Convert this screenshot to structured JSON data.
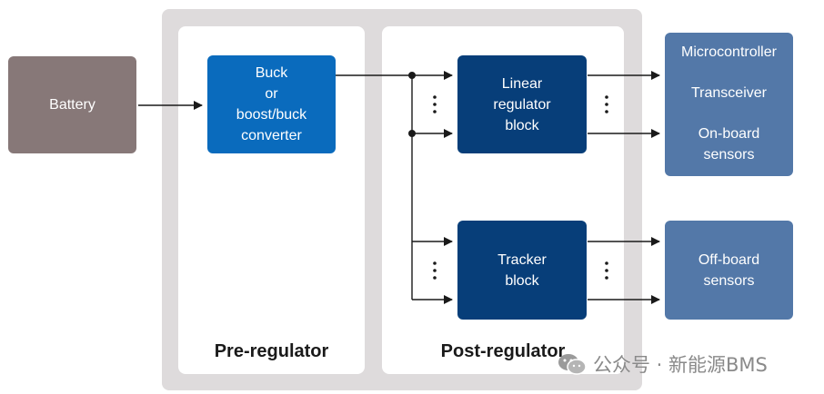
{
  "blocks": {
    "battery": "Battery",
    "pre_converter": "Buck\nor\nboost/buck\nconverter",
    "linear_regulator": "Linear\nregulator\nblock",
    "tracker": "Tracker\nblock"
  },
  "outputs": {
    "group1": [
      "Microcontroller",
      "Transceiver",
      "On-board\nsensors"
    ],
    "group2": "Off-board\nsensors"
  },
  "panels": {
    "pre_regulator": "Pre-regulator",
    "post_regulator": "Post-regulator"
  },
  "watermark": "公众号 · 新能源BMS",
  "colors": {
    "battery": "#877878",
    "buck": "#0a6bbd",
    "regulator": "#073e79",
    "outputs": "#5378a8",
    "frame": "#dedbdc"
  }
}
